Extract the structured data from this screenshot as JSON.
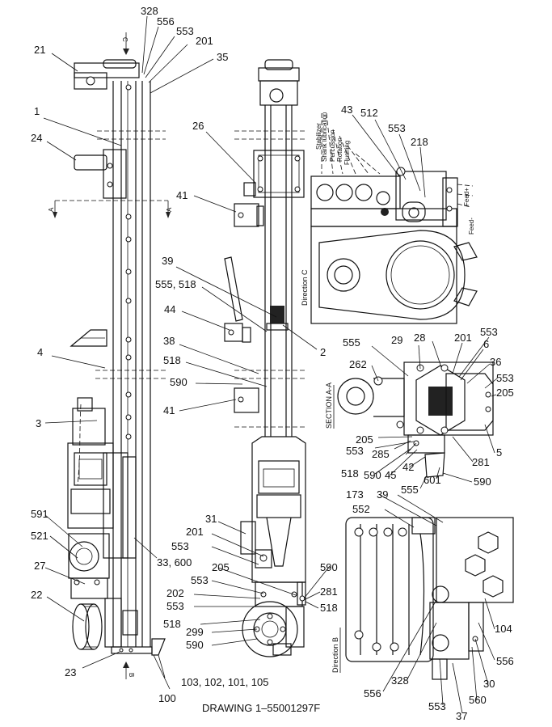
{
  "drawing_number": "DRAWING 1–55001297F",
  "callouts": {
    "n328": "328",
    "n556_top": "556",
    "n553_top": "553",
    "n201_top": "201",
    "n35": "35",
    "n21": "21",
    "n1": "1",
    "n24": "24",
    "n26": "26",
    "n41_a": "41",
    "n39_mid": "39",
    "n555_518": "555, 518",
    "n44": "44",
    "n4": "4",
    "n38": "38",
    "n518_mid": "518",
    "n590_mid": "590",
    "n41_b": "41",
    "n2": "2",
    "n3": "3",
    "n591": "591",
    "n521": "521",
    "n27": "27",
    "n22": "22",
    "n23": "23",
    "n100": "100",
    "n103_105": "103, 102, 101, 105",
    "n33_600": "33, 600",
    "n31": "31",
    "n201_mid": "201",
    "n553_m1": "553",
    "n553_m2": "553",
    "n205_mid": "205",
    "n202": "202",
    "n553_m3": "553",
    "n518_m4": "518",
    "n299": "299",
    "n590_m5": "590",
    "n590_r": "590",
    "n281_r": "281",
    "n518_r": "518",
    "n43": "43",
    "n512": "512",
    "n553_c": "553",
    "n218": "218",
    "n555_s": "555",
    "n29": "29",
    "n28": "28",
    "n201_s": "201",
    "n553_s": "553",
    "n6": "6",
    "n36": "36",
    "n262": "262",
    "n553_s2": "553",
    "n205_s": "205",
    "n205_s2": "205",
    "n553_s3": "553",
    "n285": "285",
    "n5": "5",
    "n281_s": "281",
    "n518_s": "518",
    "n590_s": "590",
    "n45": "45",
    "n42": "42",
    "n601": "601",
    "n590_s2": "590",
    "n555_s2": "555",
    "n173": "173",
    "n39_b": "39",
    "n552": "552",
    "n104": "104",
    "n556_b": "556",
    "n30": "30",
    "n556_b2": "556",
    "n328_b": "328",
    "n560": "560",
    "n553_b": "553",
    "n37": "37",
    "a_left": "A",
    "a_right": "A",
    "c_top": "C",
    "b_bottom": "B"
  },
  "view_labels": {
    "direction_c": "Direction C",
    "section_aa": "SECTION A-A",
    "direction_b": "Direction B"
  },
  "hose_labels": {
    "stabilizer": "Stabilizer",
    "shank_lubrication": "Shank lubrication",
    "percussion": "Percussion",
    "rotation": "Rotation",
    "flushing": "Flushing",
    "feed_minus": "Feed-",
    "feed_plus": "Feed+"
  },
  "colors": {
    "ink": "#111111",
    "paper": "#ffffff"
  }
}
